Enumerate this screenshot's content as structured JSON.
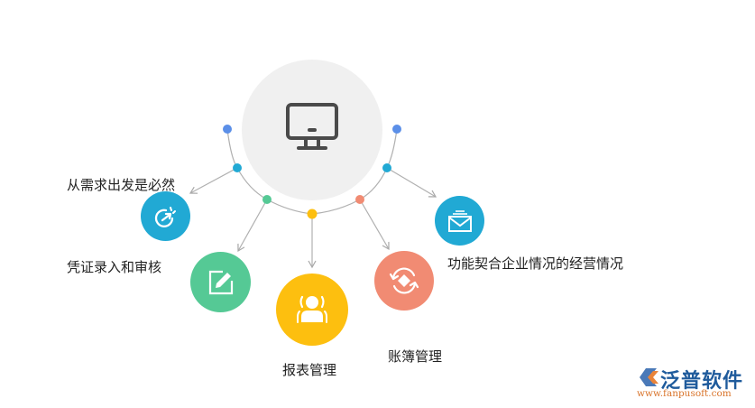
{
  "diagram": {
    "center": {
      "icon": "monitor-icon"
    },
    "nodes": [
      {
        "id": "need",
        "label": "从需求出发是必然",
        "icon": "speed-arrow-icon",
        "color": "#21a9d4"
      },
      {
        "id": "voucher",
        "label": "凭证录入和审核",
        "icon": "edit-icon",
        "color": "#55c995"
      },
      {
        "id": "report",
        "label": "报表管理",
        "icon": "user-icon",
        "color": "#fdbf0f"
      },
      {
        "id": "ledger",
        "label": "账簿管理",
        "icon": "refresh-icon",
        "color": "#f18b73"
      },
      {
        "id": "business",
        "label": "功能契合企业情况的经营情况",
        "icon": "mail-icon",
        "color": "#21a9d4"
      }
    ],
    "arc_dots": [
      "#5b8fe8",
      "#21a9d4",
      "#55c995",
      "#fdbf0f",
      "#f18b73",
      "#21a9d4",
      "#5b8fe8"
    ]
  },
  "logo": {
    "name": "泛普软件",
    "url": "www.fanpusoft.com"
  }
}
